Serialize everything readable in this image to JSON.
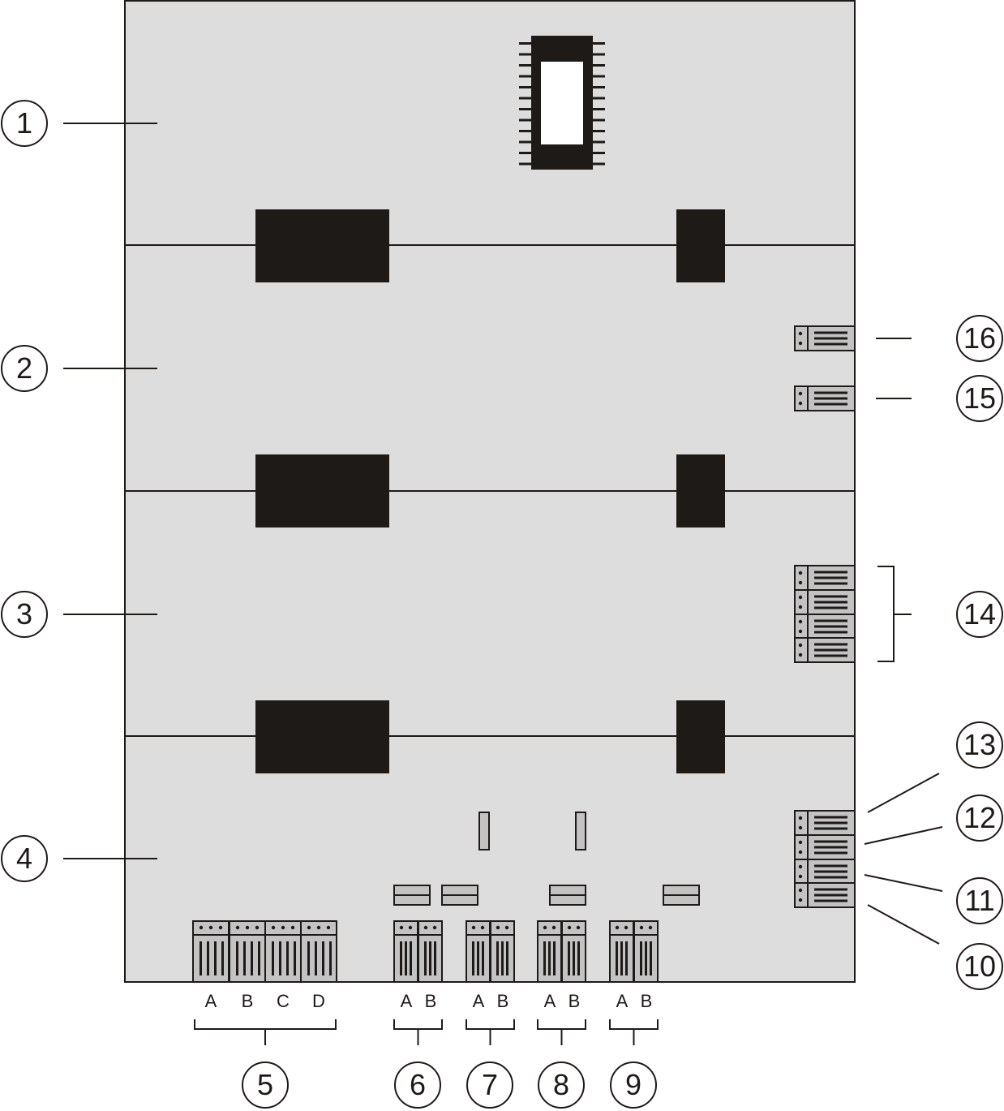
{
  "colors": {
    "board": "#dedddd",
    "ink": "#1e1a18",
    "part": "#c3c3c3",
    "white": "#ffffff"
  },
  "callouts": [
    {
      "id": "1",
      "label": "1"
    },
    {
      "id": "2",
      "label": "2"
    },
    {
      "id": "3",
      "label": "3"
    },
    {
      "id": "4",
      "label": "4"
    },
    {
      "id": "5",
      "label": "5"
    },
    {
      "id": "6",
      "label": "6"
    },
    {
      "id": "7",
      "label": "7"
    },
    {
      "id": "8",
      "label": "8"
    },
    {
      "id": "9",
      "label": "9"
    },
    {
      "id": "10",
      "label": "10"
    },
    {
      "id": "11",
      "label": "11"
    },
    {
      "id": "12",
      "label": "12"
    },
    {
      "id": "13",
      "label": "13"
    },
    {
      "id": "14",
      "label": "14"
    },
    {
      "id": "15",
      "label": "15"
    },
    {
      "id": "16",
      "label": "16"
    }
  ],
  "slot_groups": [
    {
      "callout": "5",
      "letters": [
        "A",
        "B",
        "C",
        "D"
      ]
    },
    {
      "callout": "6",
      "letters": [
        "A",
        "B"
      ]
    },
    {
      "callout": "7",
      "letters": [
        "A",
        "B"
      ]
    },
    {
      "callout": "8",
      "letters": [
        "A",
        "B"
      ]
    },
    {
      "callout": "9",
      "letters": [
        "A",
        "B"
      ]
    }
  ]
}
